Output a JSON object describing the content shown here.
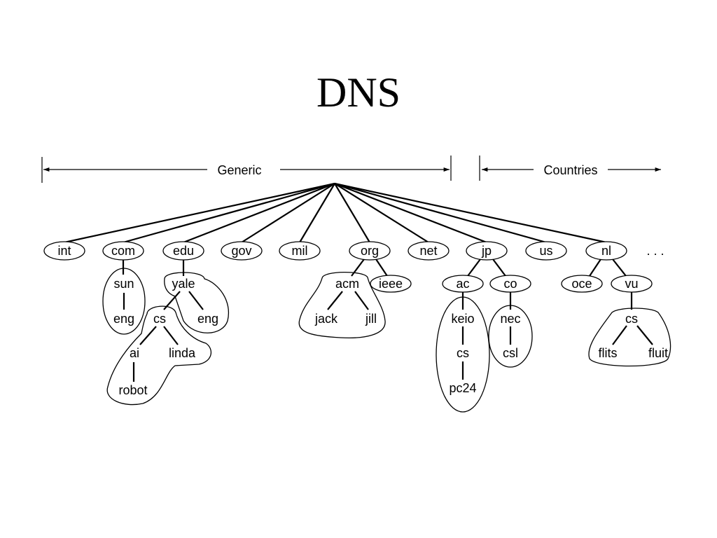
{
  "title": "DNS",
  "ranges": {
    "generic": "Generic",
    "countries": "Countries"
  },
  "ellipsis": ". . .",
  "tld": [
    "int",
    "com",
    "edu",
    "gov",
    "mil",
    "org",
    "net",
    "jp",
    "us",
    "nl"
  ],
  "labels": {
    "sun": "sun",
    "eng_sun": "eng",
    "yale": "yale",
    "eng_yale": "eng",
    "cs_yale": "cs",
    "ai": "ai",
    "linda": "linda",
    "robot": "robot",
    "acm": "acm",
    "ieee": "ieee",
    "jack": "jack",
    "jill": "jill",
    "ac": "ac",
    "co": "co",
    "keio": "keio",
    "cs_keio": "cs",
    "pc24": "pc24",
    "nec": "nec",
    "csl": "csl",
    "oce": "oce",
    "vu": "vu",
    "cs_vu": "cs",
    "flits": "flits",
    "fluit": "fluit"
  }
}
